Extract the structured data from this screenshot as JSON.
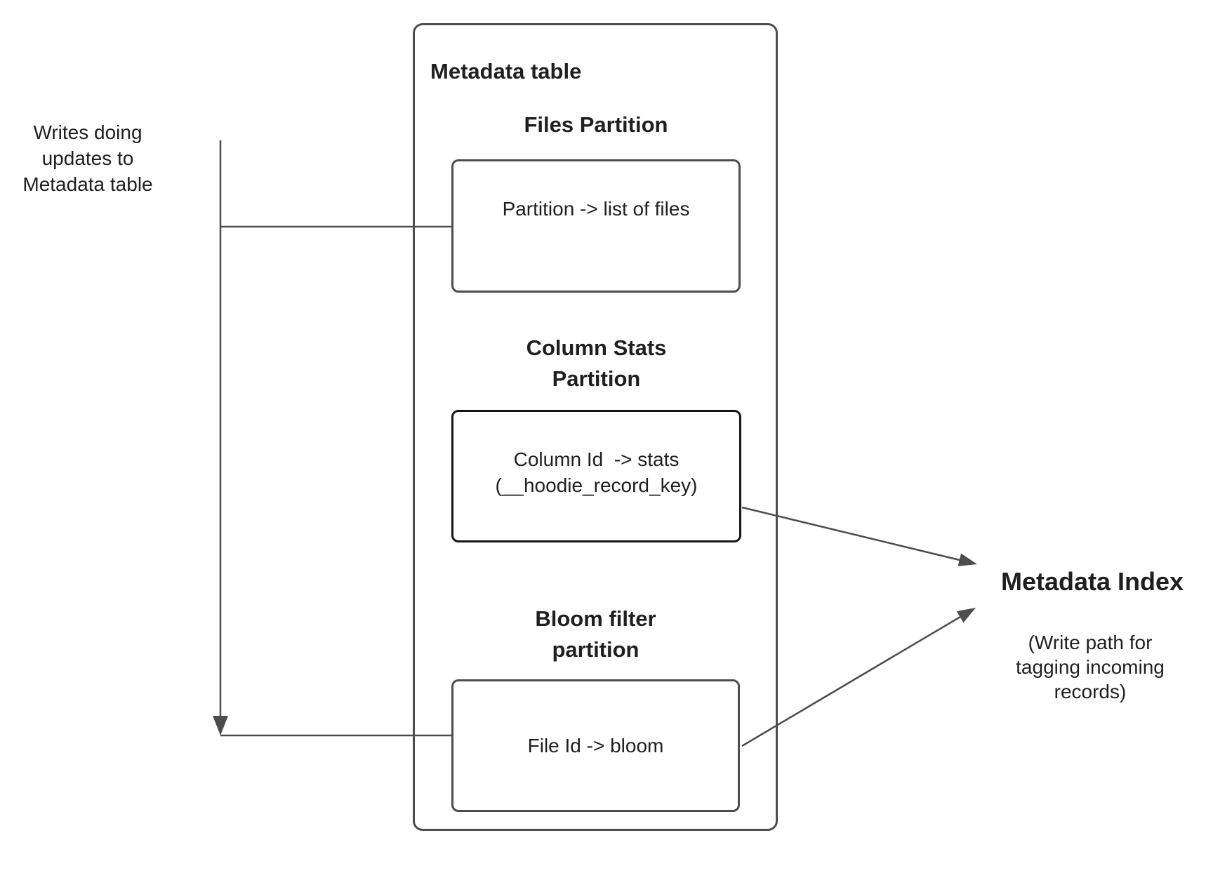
{
  "colors": {
    "background": "#ffffff",
    "stroke": "#4d4d4d",
    "stroke_dark": "#151515",
    "text": "#1f1f1f"
  },
  "left_note": "Writes doing\nupdates to\nMetadata table",
  "metadata_table": {
    "title": "Metadata table",
    "partitions": [
      {
        "heading": "Files Partition",
        "body": "Partition -> list of files"
      },
      {
        "heading": "Column Stats\nPartition",
        "body": "Column Id  -> stats\n(__hoodie_record_key)"
      },
      {
        "heading": "Bloom filter\npartition",
        "body": "File Id -> bloom"
      }
    ]
  },
  "metadata_index": {
    "title": "Metadata Index",
    "subtitle": "(Write path for\ntagging incoming\nrecords)"
  }
}
